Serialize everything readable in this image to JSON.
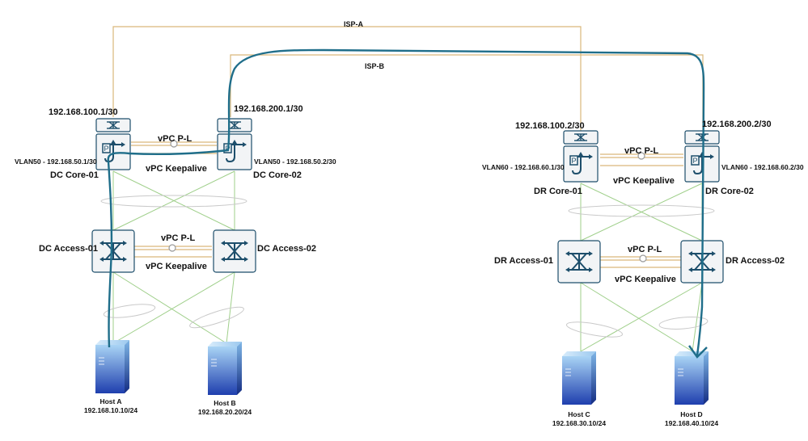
{
  "links": {
    "isp_a": "ISP-A",
    "isp_b": "ISP-B",
    "vpc_pl": "vPC P-L",
    "vpc_keepalive": "vPC Keepalive"
  },
  "dc": {
    "core1": {
      "name": "DC Core-01",
      "uplink_ip": "192.168.100.1/30",
      "vlan": "VLAN50 - 192.168.50.1/30"
    },
    "core2": {
      "name": "DC Core-02",
      "uplink_ip": "192.168.200.1/30",
      "vlan": "VLAN50 - 192.168.50.2/30"
    },
    "access1": {
      "name": "DC Access-01"
    },
    "access2": {
      "name": "DC Access-02"
    }
  },
  "dr": {
    "core1": {
      "name": "DR Core-01",
      "uplink_ip": "192.168.100.2/30",
      "vlan": "VLAN60 - 192.168.60.1/30"
    },
    "core2": {
      "name": "DR Core-02",
      "uplink_ip": "192.168.200.2/30",
      "vlan": "VLAN60 - 192.168.60.2/30"
    },
    "access1": {
      "name": "DR Access-01"
    },
    "access2": {
      "name": "DR Access-02"
    }
  },
  "hosts": [
    {
      "name": "Host A",
      "ip": "192.168.10.10/24"
    },
    {
      "name": "Host B",
      "ip": "192.168.20.20/24"
    },
    {
      "name": "Host C",
      "ip": "192.168.30.10/24"
    },
    {
      "name": "Host D",
      "ip": "192.168.40.10/24"
    }
  ],
  "colors": {
    "isp_link": "#d9b77a",
    "vpc_link": "#d9b77a",
    "access_link": "#9fcf8a",
    "device_stroke": "#1d4e6b",
    "device_fill": "#f2f4f6",
    "path": "#1f6e8a",
    "host_light": "#a9d4f5",
    "host_dark": "#1f3fae"
  }
}
